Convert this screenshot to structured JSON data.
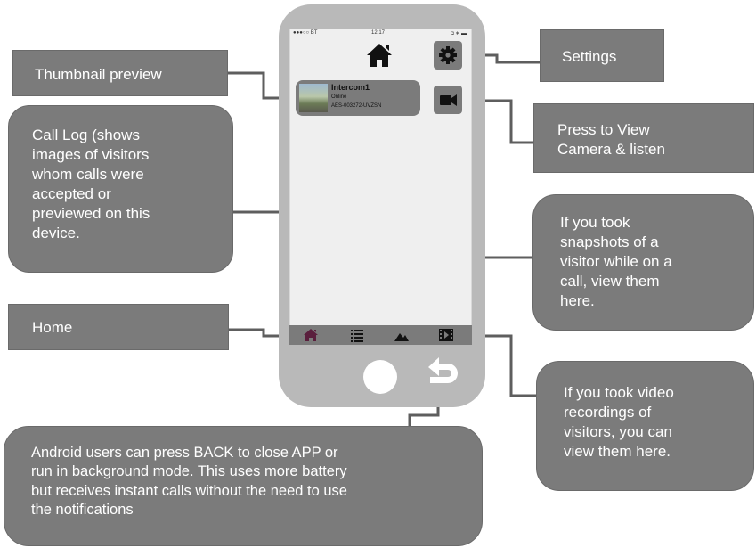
{
  "phone": {
    "status": {
      "carrier": "●●●○○ BT",
      "time": "12:17",
      "battery": "◘ ∗ ▬"
    },
    "device": {
      "name": "Intercom1",
      "status": "Online",
      "id": "AES-003272-UVZSN"
    },
    "colors": {
      "panel": "#7b7b7b",
      "accent": "#5a1f3d",
      "body": "#b9b9b9",
      "screen": "#efefef"
    }
  },
  "callouts": {
    "thumbnail": [
      "Thumbnail preview"
    ],
    "settings": [
      "Settings"
    ],
    "call_log": [
      "Call Log (shows",
      "images of visitors",
      "whom calls were",
      "accepted or",
      "previewed on this",
      "device."
    ],
    "camera": [
      "Press to View",
      "Camera & listen"
    ],
    "snapshots": [
      "If you took",
      "snapshots of a",
      "visitor while on a",
      "call, view them",
      "here."
    ],
    "home": [
      "Home"
    ],
    "video": [
      "If you took video",
      "recordings of",
      "visitors, you can",
      "view them here."
    ],
    "android": [
      "Android users can press BACK to close  APP or",
      "run in background mode. This uses more battery",
      "but receives instant calls without the need to use",
      "the notifications"
    ]
  }
}
